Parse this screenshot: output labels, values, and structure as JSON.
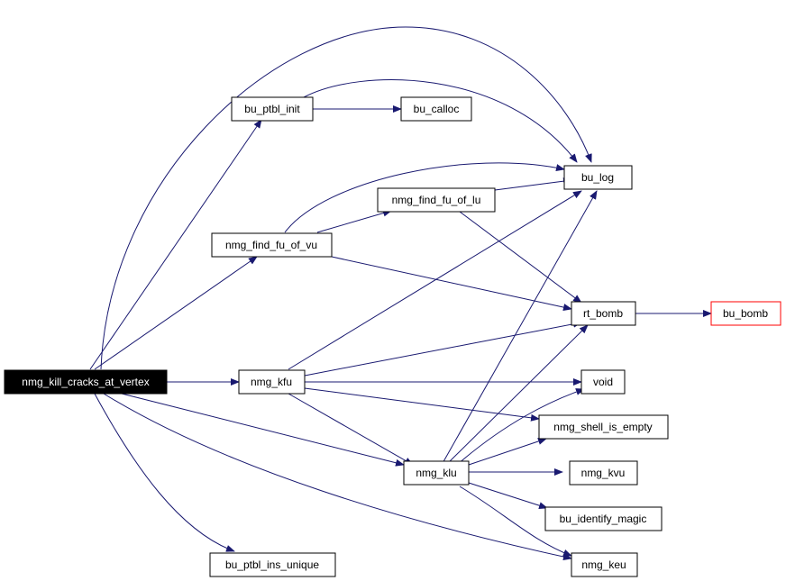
{
  "graph": {
    "edge_color": "#191970",
    "nodes": {
      "root": "nmg_kill_cracks_at_vertex",
      "ptbl_init": "bu_ptbl_init",
      "calloc": "bu_calloc",
      "log": "bu_log",
      "find_fu_of_lu": "nmg_find_fu_of_lu",
      "find_fu_of_vu": "nmg_find_fu_of_vu",
      "rt_bomb": "rt_bomb",
      "bu_bomb": "bu_bomb",
      "kfu": "nmg_kfu",
      "void": "void",
      "shell_is_empty": "nmg_shell_is_empty",
      "klu": "nmg_klu",
      "kvu": "nmg_kvu",
      "identify_magic": "bu_identify_magic",
      "ptbl_ins_unique": "bu_ptbl_ins_unique",
      "keu": "nmg_keu"
    }
  }
}
